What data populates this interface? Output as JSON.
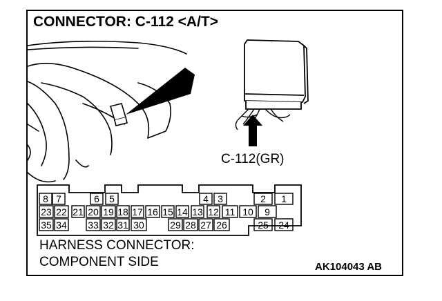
{
  "title": "CONNECTOR: C-112 <A/T>",
  "connector_label": "C-112(GR)",
  "harness_lines": [
    "HARNESS CONNECTOR:",
    "COMPONENT SIDE"
  ],
  "figure_code": "AK104043 AB",
  "pins": {
    "row1": [
      "8",
      "7",
      "6",
      "5",
      "4",
      "3",
      "2",
      "1"
    ],
    "row2": [
      "23",
      "22",
      "21",
      "20",
      "19",
      "18",
      "17",
      "16",
      "15",
      "14",
      "13",
      "12",
      "11",
      "10",
      "9"
    ],
    "row3": [
      "35",
      "34",
      "33",
      "32",
      "31",
      "30",
      "29",
      "28",
      "27",
      "26",
      "25",
      "24"
    ]
  }
}
